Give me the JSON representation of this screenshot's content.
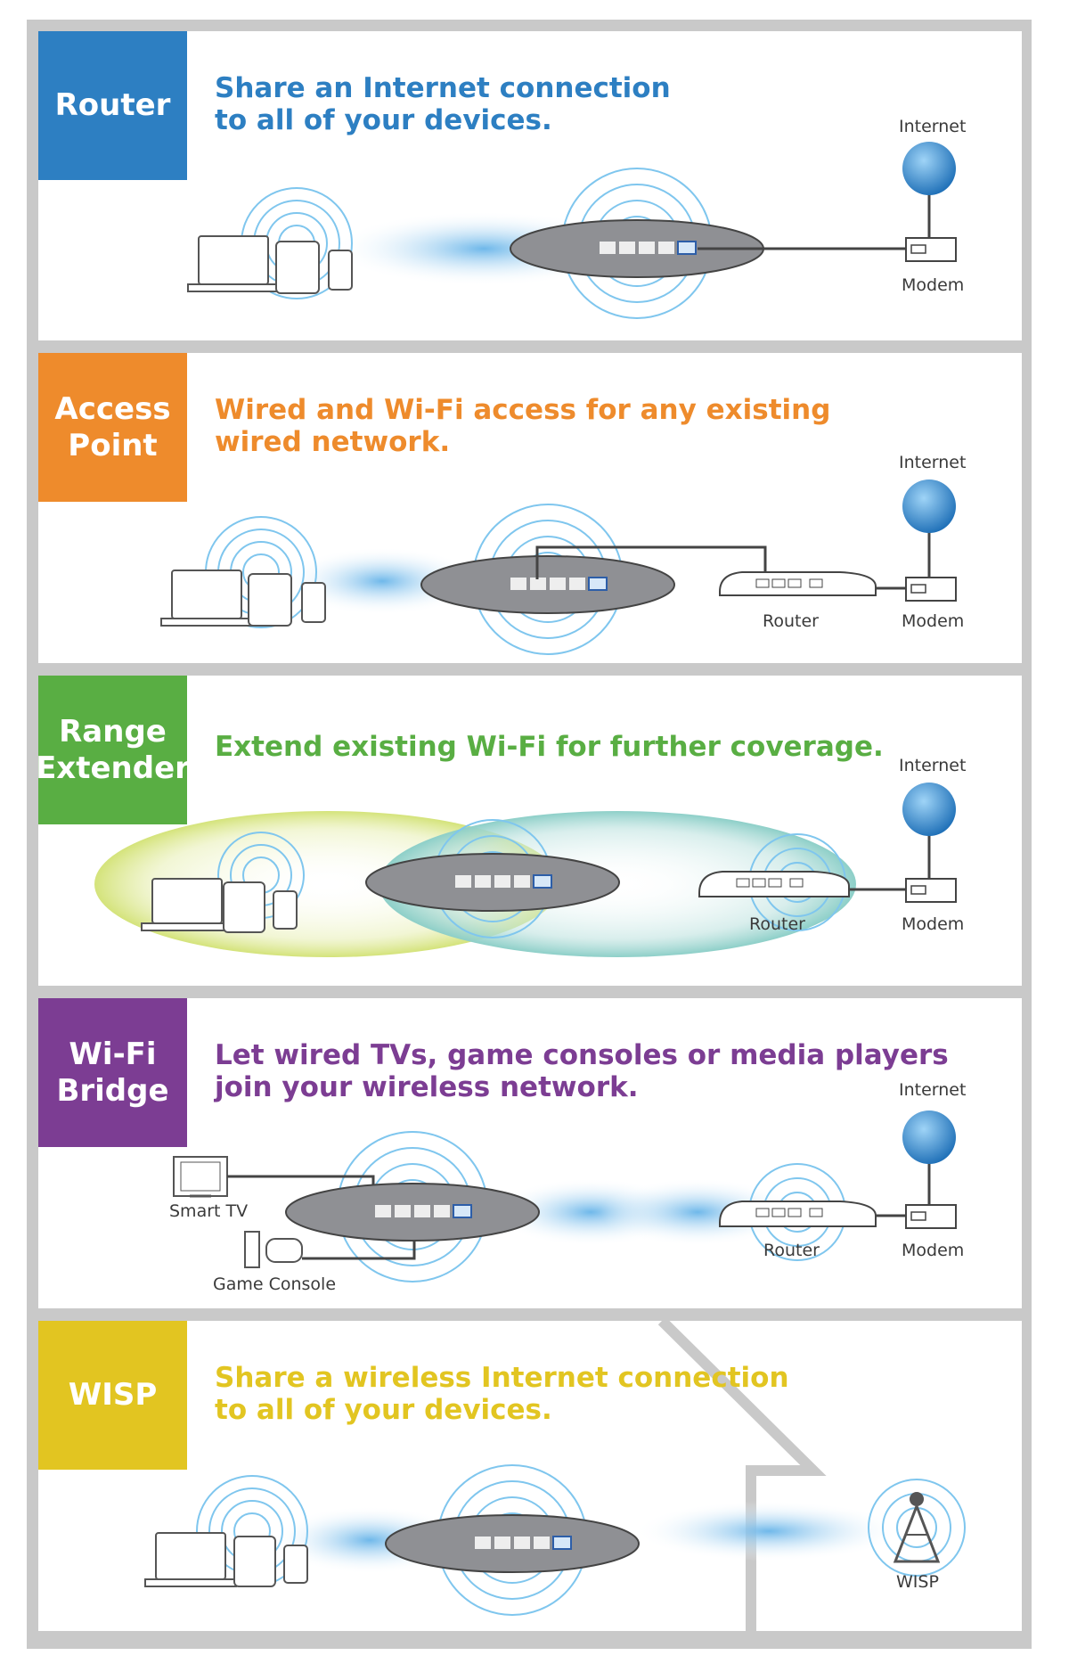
{
  "colors": {
    "router": "#2d7fc2",
    "access_point": "#ee8b2c",
    "range_extender": "#59ae43",
    "wifi_bridge": "#7c3d93",
    "wisp": "#e2c521",
    "frame": "#c9c9c9",
    "device_gray": "#8f9094"
  },
  "panels": {
    "router": {
      "label": "Router",
      "headline": "Share an Internet connection\nto all of your devices.",
      "internet": "Internet",
      "modem": "Modem"
    },
    "access_point": {
      "label": "Access\nPoint",
      "headline": "Wired and Wi-Fi access for any existing\nwired network.",
      "internet": "Internet",
      "router": "Router",
      "modem": "Modem"
    },
    "range_extender": {
      "label": "Range\nExtender",
      "headline": "Extend existing Wi-Fi for further coverage.",
      "internet": "Internet",
      "router": "Router",
      "modem": "Modem"
    },
    "wifi_bridge": {
      "label": "Wi-Fi\nBridge",
      "headline": "Let wired TVs, game consoles or media players\njoin your wireless network.",
      "internet": "Internet",
      "smart_tv": "Smart TV",
      "game_console": "Game Console",
      "router": "Router",
      "modem": "Modem"
    },
    "wisp": {
      "label": "WISP",
      "headline": "Share a wireless Internet connection\nto all of your devices.",
      "wisp_tag": "WISP"
    }
  },
  "icons": [
    "globe-icon",
    "modem-icon",
    "router-icon",
    "extender-device-icon",
    "laptop-icon",
    "tablet-icon",
    "phone-icon",
    "tv-icon",
    "game-console-icon",
    "wisp-tower-icon",
    "wifi-waves-icon"
  ]
}
